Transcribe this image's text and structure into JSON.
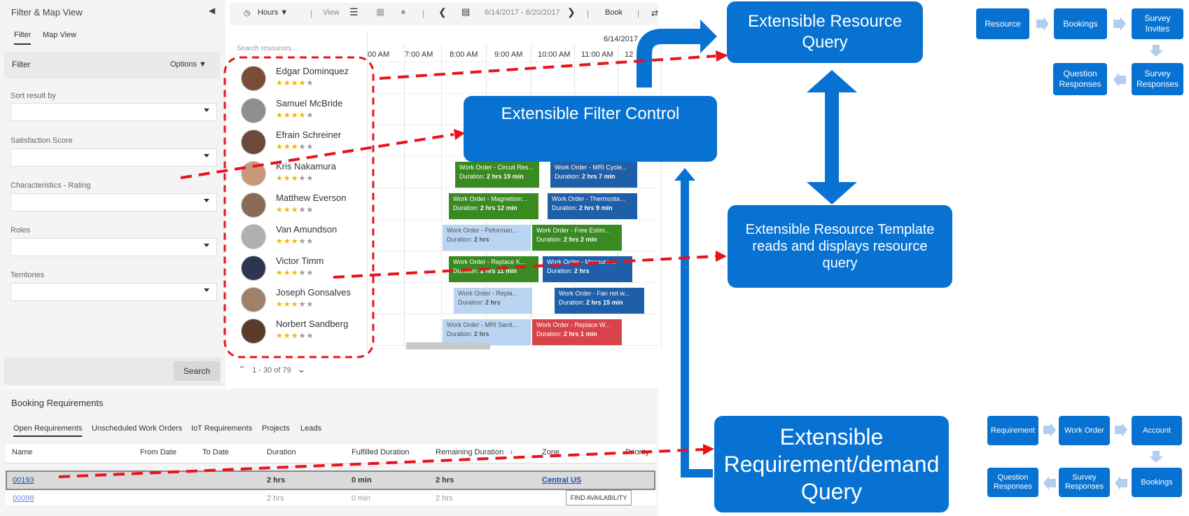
{
  "filter_pane": {
    "title": "Filter & Map View",
    "tabs": [
      "Filter",
      "Map View"
    ],
    "section_title": "Filter",
    "options_label": "Options",
    "fields": [
      "Sort result by",
      "Satisfaction Score",
      "Characteristics - Rating",
      "Roles",
      "Territories"
    ],
    "search_button": "Search"
  },
  "toolbar": {
    "hours_label": "Hours",
    "view_label": "View",
    "date_range": "6/14/2017 - 6/20/2017",
    "book_label": "Book"
  },
  "schedule": {
    "search_placeholder": "Search resources...",
    "date": "6/14/2017",
    "hours": [
      "00 AM",
      "7:00 AM",
      "8:00 AM",
      "9:00 AM",
      "10:00 AM",
      "11:00 AM",
      "12"
    ],
    "pager": "1 - 30 of 79",
    "resources": [
      {
        "name": "Edgar Dominquez",
        "stars": 4
      },
      {
        "name": "Samuel McBride",
        "stars": 4
      },
      {
        "name": "Efrain Schreiner",
        "stars": 3
      },
      {
        "name": "Kris Nakamura",
        "stars": 3
      },
      {
        "name": "Matthew Everson",
        "stars": 3
      },
      {
        "name": "Van Amundson",
        "stars": 3
      },
      {
        "name": "Victor Timm",
        "stars": 3
      },
      {
        "name": "Joseph Gonsalves",
        "stars": 3
      },
      {
        "name": "Norbert Sandberg",
        "stars": 3
      }
    ],
    "bookings": [
      {
        "title": "Work Order - Circuit Res...",
        "duration_label": "Duration:",
        "duration": "2 hrs 19 min",
        "color": "green"
      },
      {
        "title": "Work Order - MRI Cycle...",
        "duration_label": "Duration:",
        "duration": "2 hrs 7 min",
        "color": "blue"
      },
      {
        "title": "Work Order - Magnetism...",
        "duration_label": "Duration:",
        "duration": "2 hrs 12 min",
        "color": "green"
      },
      {
        "title": "Work Order - Thermosta...",
        "duration_label": "Duration:",
        "duration": "2 hrs 9 min",
        "color": "blue"
      },
      {
        "title": "Work Order - Peforman...",
        "duration_label": "Duration:",
        "duration": "2 hrs",
        "color": "light"
      },
      {
        "title": "Work Order - Free Estim...",
        "duration_label": "Duration:",
        "duration": "2 hrs 2 min",
        "color": "green"
      },
      {
        "title": "Work Order - Replace K...",
        "duration_label": "Duration:",
        "duration": "2 hrs 11 min",
        "color": "green"
      },
      {
        "title": "Work Order - Measure ...",
        "duration_label": "Duration:",
        "duration": "2 hrs",
        "color": "blue"
      },
      {
        "title": "Work Order - Repla...",
        "duration_label": "Duration:",
        "duration": "2 hrs",
        "color": "light"
      },
      {
        "title": "Work Order - Fan not w...",
        "duration_label": "Duration:",
        "duration": "2 hrs 15 min",
        "color": "blue"
      },
      {
        "title": "Work Order - MRI Sanit...",
        "duration_label": "Duration:",
        "duration": "2 hrs",
        "color": "light"
      },
      {
        "title": "Work Order - Replace W...",
        "duration_label": "Duration:",
        "duration": "2 hrs 1 min",
        "color": "red"
      }
    ]
  },
  "requirements": {
    "title": "Booking Requirements",
    "tabs": [
      "Open Requirements",
      "Unscheduled Work Orders",
      "IoT Requirements",
      "Projects",
      "Leads"
    ],
    "columns": [
      "Name",
      "From Date",
      "To Date",
      "Duration",
      "Fulfilled Duration",
      "Remaining Duration",
      "Zone",
      "Priority"
    ],
    "rows": [
      {
        "name": "00193",
        "duration": "2 hrs",
        "fulfilled": "0 min",
        "remaining": "2 hrs",
        "zone": "Central US"
      },
      {
        "name": "00098",
        "duration": "2 hrs",
        "fulfilled": "0 min",
        "remaining": "2 hrs",
        "zone": ""
      }
    ],
    "find_availability": "FIND AVAILABILITY"
  },
  "diagram": {
    "resource_query": "Extensible Resource Query",
    "filter_control": "Extensible Filter Control",
    "resource_template": "Extensible Resource Template reads and displays resource query",
    "requirement_query": "Extensible Requirement/demand Query",
    "arrow_color": "#0872d2",
    "dash_color": "#e8141c"
  },
  "flow_top": {
    "resource": "Resource",
    "bookings": "Bookings",
    "survey_invites": "Survey Invites",
    "survey_responses": "Survey Responses",
    "question_responses": "Question Responses"
  },
  "flow_bottom": {
    "requirement": "Requirement",
    "work_order": "Work Order",
    "account": "Account",
    "bookings": "Bookings",
    "survey_responses": "Survey Responses",
    "question_responses": "Question Responses"
  }
}
